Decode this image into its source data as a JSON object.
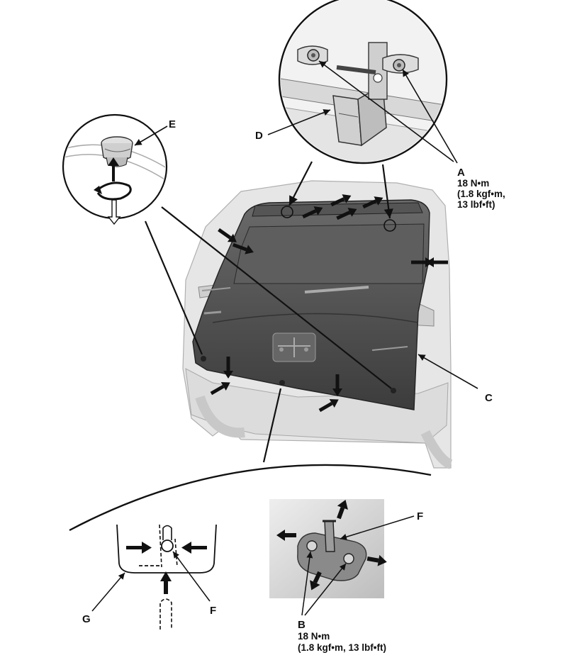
{
  "labels": {
    "a": "A",
    "a_torque_1": "18 N•m",
    "a_torque_2": "(1.8 kgf•m,",
    "a_torque_3": "13 lbf•ft)",
    "b": "B",
    "b_torque_1": "18 N•m",
    "b_torque_2": "(1.8 kgf•m, 13 lbf•ft)",
    "c": "C",
    "d": "D",
    "e": "E",
    "f_striker": "F",
    "f_latch": "F",
    "g": "G"
  },
  "colors": {
    "line": "#111111",
    "panel": "#4a4a4a",
    "body": "#e6e6e6",
    "photo_bg": "#d9d9d9"
  }
}
